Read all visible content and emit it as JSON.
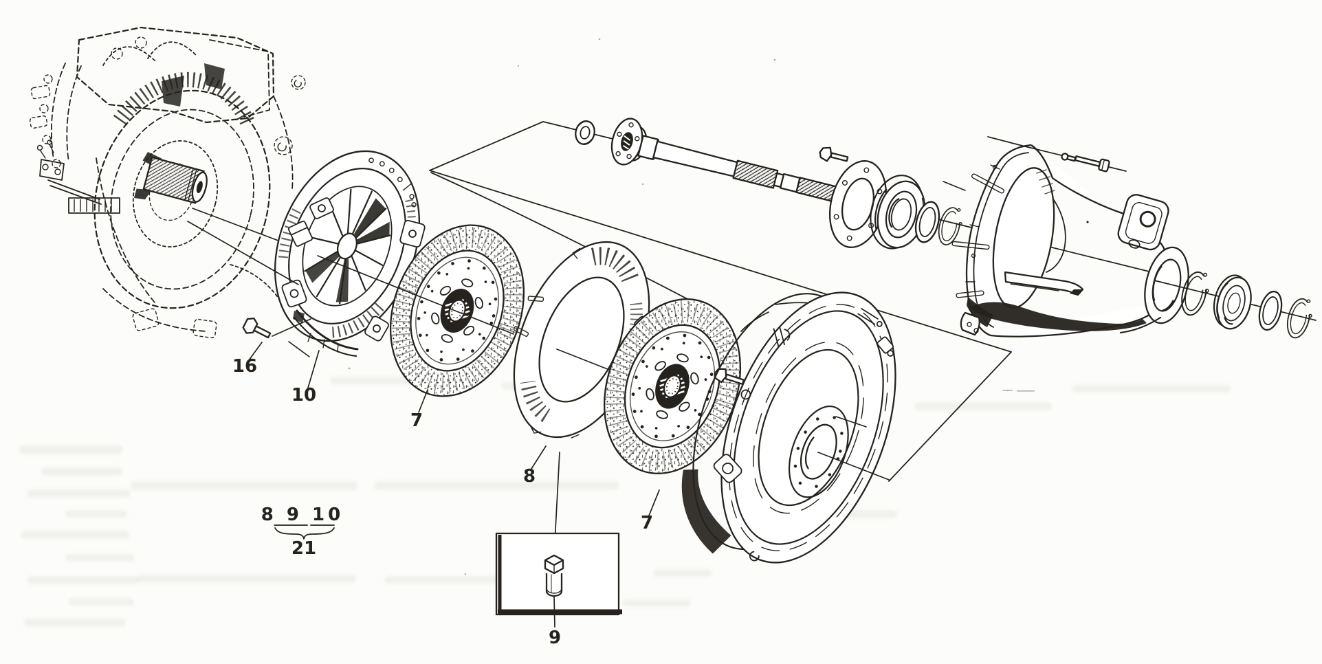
{
  "meta": {
    "domain": "exploded-parts-diagram",
    "subject": "Twin-disc clutch, gearbox and bell housing exploded view",
    "paper_color": "#fcfcfa",
    "ink_color": "#26231e"
  },
  "callouts": [
    {
      "ref": "16",
      "part": "pressure-plate-bolt"
    },
    {
      "ref": "10",
      "part": "clutch-cover-pressure-plate"
    },
    {
      "ref": "7",
      "part": "friction-disc-front"
    },
    {
      "ref": "8",
      "part": "intermediate-pressure-plate"
    },
    {
      "ref": "7",
      "part": "friction-disc-rear"
    },
    {
      "ref": "9",
      "part": "adjusting-screw"
    }
  ],
  "group_callout": {
    "members": "8 9 10",
    "assembly_ref": "21"
  },
  "parts": [
    {
      "name": "gearbox"
    },
    {
      "name": "input-shaft-splined-stub"
    },
    {
      "name": "bolt",
      "callout": "16"
    },
    {
      "name": "clutch-cover-pressure-plate",
      "callout": "10"
    },
    {
      "name": "friction-disc",
      "callout": "7"
    },
    {
      "name": "intermediate-pressure-plate",
      "callout": "8"
    },
    {
      "name": "friction-disc",
      "callout": "7"
    },
    {
      "name": "flywheel-clutch-housing"
    },
    {
      "name": "adjusting-screw",
      "callout": "9"
    },
    {
      "name": "drive-shaft"
    },
    {
      "name": "pilot-bearing-ring"
    },
    {
      "name": "shaft-flange"
    },
    {
      "name": "flange-bolt"
    },
    {
      "name": "bearing-retainer-plate"
    },
    {
      "name": "ball-bearing"
    },
    {
      "name": "spacer-ring"
    },
    {
      "name": "circlip"
    },
    {
      "name": "bell-housing"
    },
    {
      "name": "housing-bolt-short"
    },
    {
      "name": "housing-bolt-long"
    },
    {
      "name": "circlip"
    },
    {
      "name": "ball-bearing"
    },
    {
      "name": "spacer-ring"
    },
    {
      "name": "circlip"
    }
  ]
}
